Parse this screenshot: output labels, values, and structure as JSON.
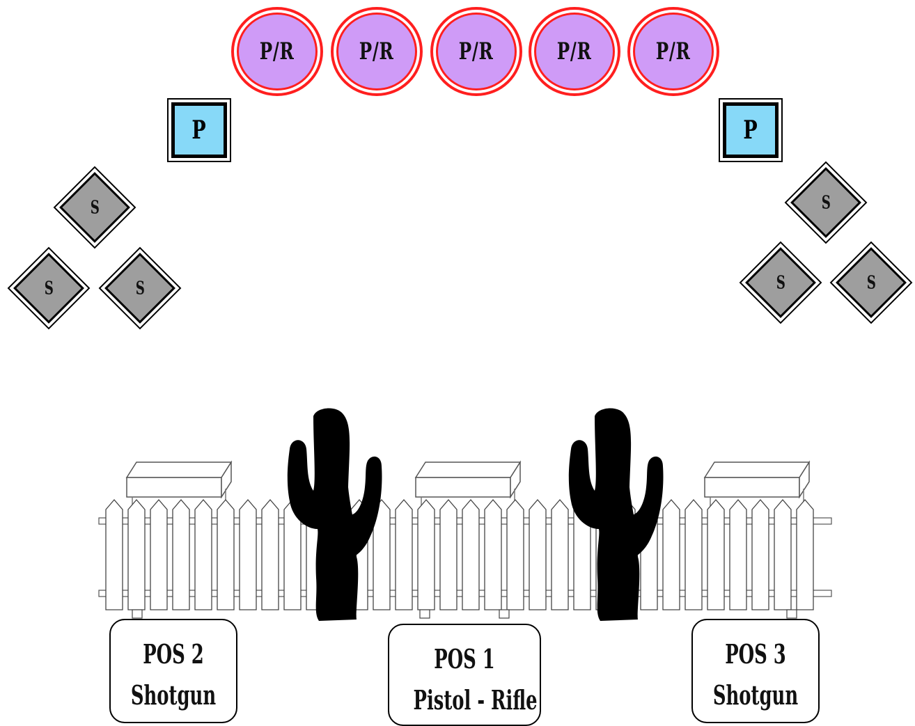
{
  "targets": {
    "pistol_rifle": [
      "P/R",
      "P/R",
      "P/R",
      "P/R",
      "P/R"
    ],
    "pistol": [
      "P",
      "P"
    ],
    "shotgun": [
      "S",
      "S",
      "S",
      "S",
      "S",
      "S"
    ]
  },
  "positions": [
    {
      "title": "POS  2",
      "weapon": "Shotgun"
    },
    {
      "title": "POS  1",
      "weapon": "Pistol  -  Rifle"
    },
    {
      "title": "POS  3",
      "weapon": "Shotgun"
    }
  ],
  "colors": {
    "pistol_rifle_fill": "#cf9bf7",
    "pistol_rifle_ring": "#ff1f1f",
    "pistol_fill": "#87d9f8",
    "shotgun_fill": "#9e9e9e",
    "cactus": "#000000"
  },
  "icons": [
    "cactus-icon",
    "fence-icon",
    "bench-icon"
  ]
}
